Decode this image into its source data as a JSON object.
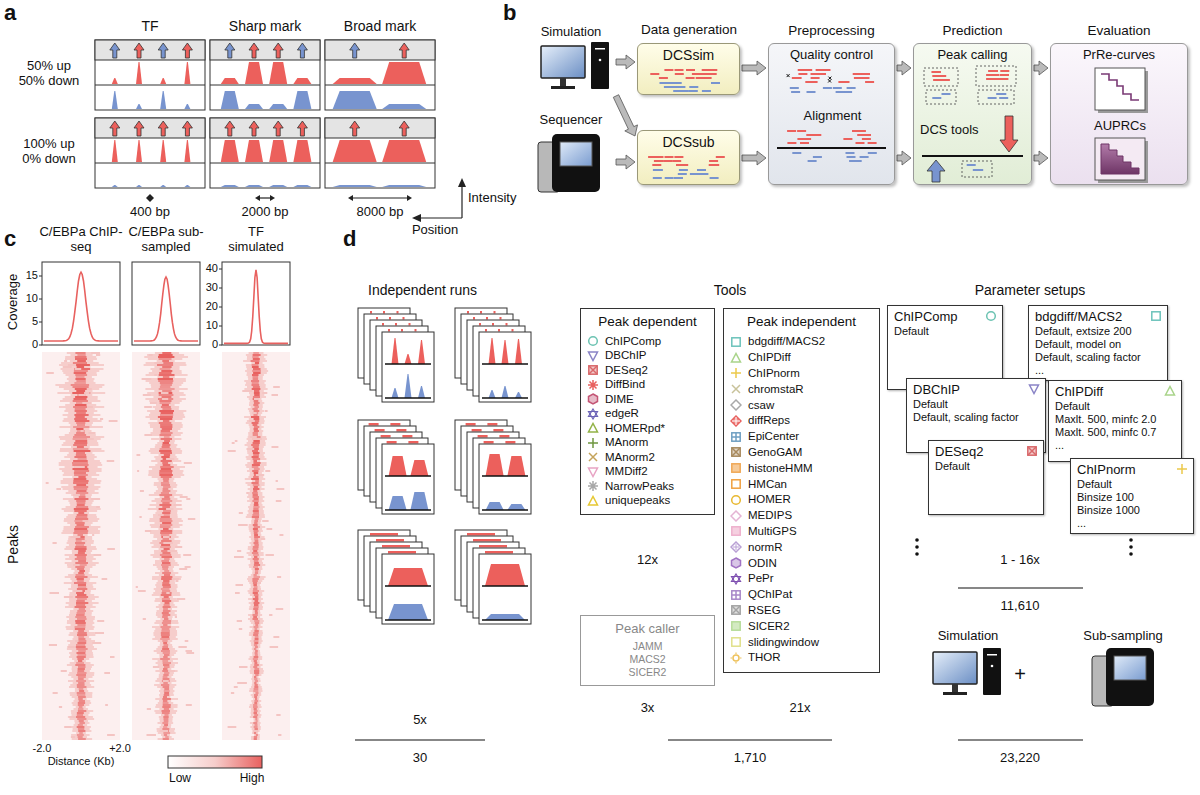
{
  "diagram": {
    "nodes": [
      {
        "text": [
          "Simulation"
        ]
      },
      {
        "text": [
          "Sequencer"
        ]
      },
      {
        "text": [
          "DCSsim"
        ]
      },
      {
        "text": [
          "DCSsub"
        ]
      },
      {
        "text": [
          "Preprocessing",
          "Quality control",
          "Alignment"
        ]
      },
      {
        "text": [
          "Prediction",
          "Peak calling",
          "DCS tools"
        ]
      },
      {
        "text": [
          "Evaluation",
          "PrRe-curves",
          "AUPRCs"
        ]
      },
      {
        "text": [
          "Peak dependent",
          "ChIPComp",
          "DBChIP",
          "DESeq2",
          "DiffBind",
          "DIME",
          "edgeR",
          "HOMERpd*",
          "MAnorm",
          "MAnorm2",
          "MMDiff2",
          "NarrowPeaks",
          "uniquepeaks"
        ]
      },
      {
        "text": [
          "Peak independent",
          "bdgdiff/MACS2",
          "ChIPDiff",
          "ChIPnorm",
          "chromstaR",
          "csaw",
          "diffReps",
          "EpiCenter",
          "GenoGAM",
          "histoneHMM",
          "HMCan",
          "HOMER",
          "MEDIPS",
          "MultiGPS",
          "normR",
          "ODIN",
          "PePr",
          "QChIPat",
          "RSEG",
          "SICER2",
          "slidingwindow",
          "THOR"
        ]
      },
      {
        "text": [
          "Peak caller",
          "JAMM",
          "MACS2",
          "SICER2"
        ]
      },
      {
        "text": [
          "ChIPComp",
          "Default"
        ]
      },
      {
        "text": [
          "bdgdiff/MACS2",
          "Default, extsize 200",
          "Default, model on",
          "Default, scaling factor",
          "..."
        ]
      },
      {
        "text": [
          "DBChIP",
          "Default",
          "Default, scaling factor"
        ]
      },
      {
        "text": [
          "ChIPDiff",
          "Default",
          "Maxlt. 500, minfc 2.0",
          "Maxlt. 500, minfc 0.7",
          "..."
        ]
      },
      {
        "text": [
          "DESeq2",
          "Default"
        ]
      },
      {
        "text": [
          "ChIPnorm",
          "Default",
          "Binsize 100",
          "Binsize 1000",
          "..."
        ]
      }
    ],
    "edges": [
      {
        "from": 0,
        "to": 2,
        "arrow": "to"
      },
      {
        "from": 0,
        "to": 3,
        "arrow": "to"
      },
      {
        "from": 1,
        "to": 3,
        "arrow": "to"
      },
      {
        "from": 2,
        "to": 4,
        "arrow": "to"
      },
      {
        "from": 3,
        "to": 4,
        "arrow": "to"
      },
      {
        "from": 4,
        "to": 5,
        "arrow": "to"
      },
      {
        "from": 4,
        "to": 5,
        "arrow": "to"
      },
      {
        "from": 5,
        "to": 6,
        "arrow": "to"
      },
      {
        "from": 5,
        "to": 6,
        "arrow": "to"
      }
    ],
    "labels": [
      "a",
      "TF",
      "Sharp mark",
      "Broad mark",
      "50% up 50% down",
      "100% up 0% down",
      "400 bp",
      "2000 bp",
      "8000 bp",
      "Intensity",
      "Position",
      "b",
      "Data generation",
      "c",
      "C/EBPa ChIP-seq",
      "C/EBPa sub-sampled",
      "TF simulated",
      "Coverage",
      "15",
      "10",
      "5",
      "0",
      "40",
      "30",
      "20",
      "10",
      "0",
      "Peaks",
      "-2.0",
      "+2.0",
      "Distance (Kb)",
      "Low",
      "High",
      "d",
      "Independent runs",
      "Tools",
      "Parameter setups",
      "5x",
      "30",
      "12x",
      "3x",
      "21x",
      "1,710",
      "1 - 16x",
      "11,610",
      "Simulation",
      "+",
      "Sub-sampling",
      "23,220"
    ]
  }
}
